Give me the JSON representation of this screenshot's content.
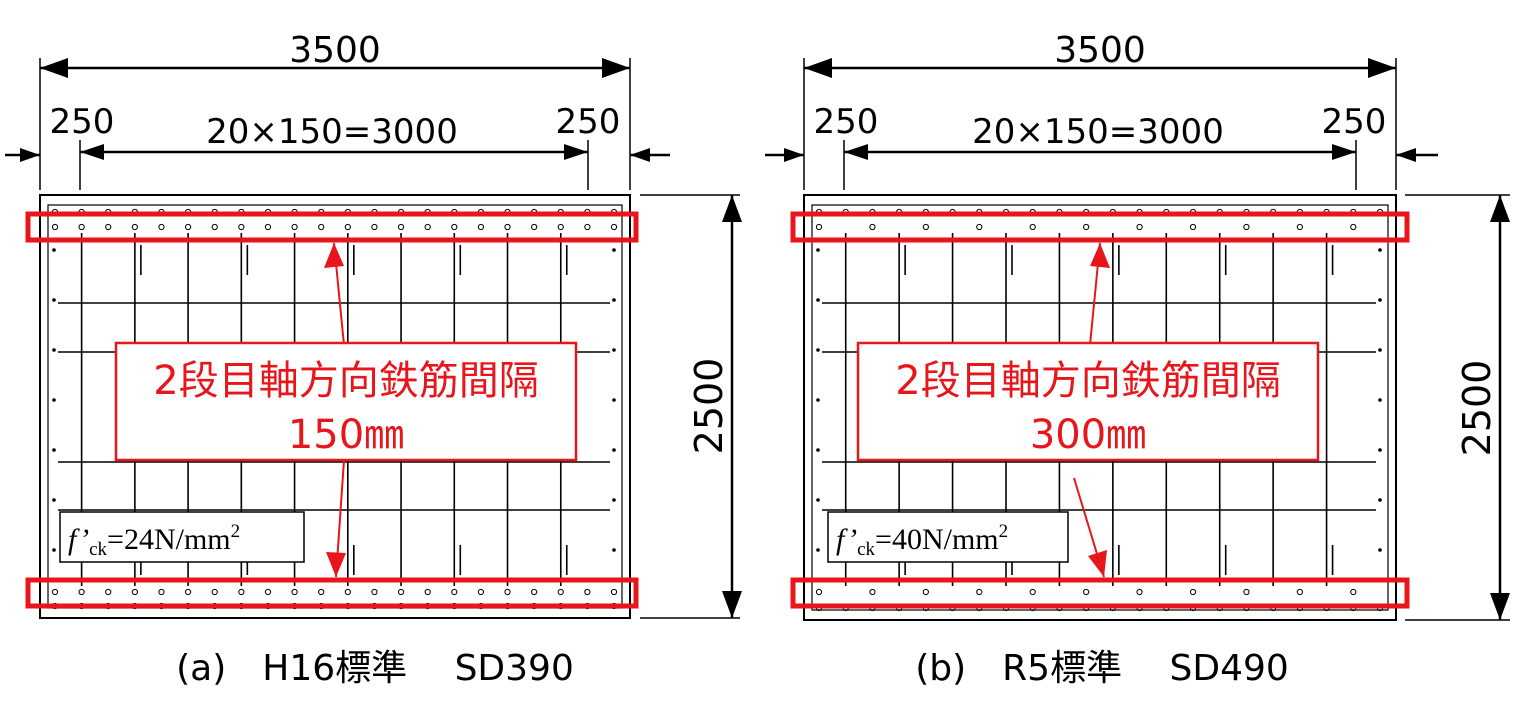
{
  "panels": [
    {
      "overall_width": "3500",
      "cover_left": "250",
      "cover_right": "250",
      "spacing": "20×150=3000",
      "height": "2500",
      "callout_line1": "2段目軸方向鉄筋間隔",
      "callout_line2": "150㎜",
      "fck_symbol": "f’",
      "fck_sub": "ck",
      "fck_value": "=24N/mm",
      "fck_sup": "2",
      "caption": "(a)　H16標準　 SD390",
      "second_layer_every": 1
    },
    {
      "overall_width": "3500",
      "cover_left": "250",
      "cover_right": "250",
      "spacing": "20×150=3000",
      "height": "2500",
      "callout_line1": "2段目軸方向鉄筋間隔",
      "callout_line2": "300㎜",
      "fck_symbol": "f’",
      "fck_sub": "ck",
      "fck_value": "=40N/mm",
      "fck_sup": "2",
      "caption": "(b)　R5標準　 SD490",
      "second_layer_every": 2
    }
  ],
  "colors": {
    "line": "#000000",
    "highlight": "#e8161b",
    "background": "#ffffff"
  }
}
